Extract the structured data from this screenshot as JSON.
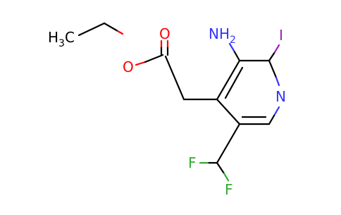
{
  "molecule": {
    "atom_labels": {
      "methyl": {
        "main": "H",
        "sub": "3",
        "tail": "C"
      },
      "ester_oxygen": "O",
      "carbonyl_oxygen": "O",
      "amino": {
        "main": "NH",
        "sub": "2"
      },
      "iodine": "I",
      "ring_nitrogen": "N",
      "fluorine_1": "F",
      "fluorine_2": "F"
    },
    "colors": {
      "carbon": "#000000",
      "nitrogen": "#3333ff",
      "oxygen": "#ff0000",
      "iodine": "#a01ec0",
      "fluorine": "#33aa33"
    }
  }
}
